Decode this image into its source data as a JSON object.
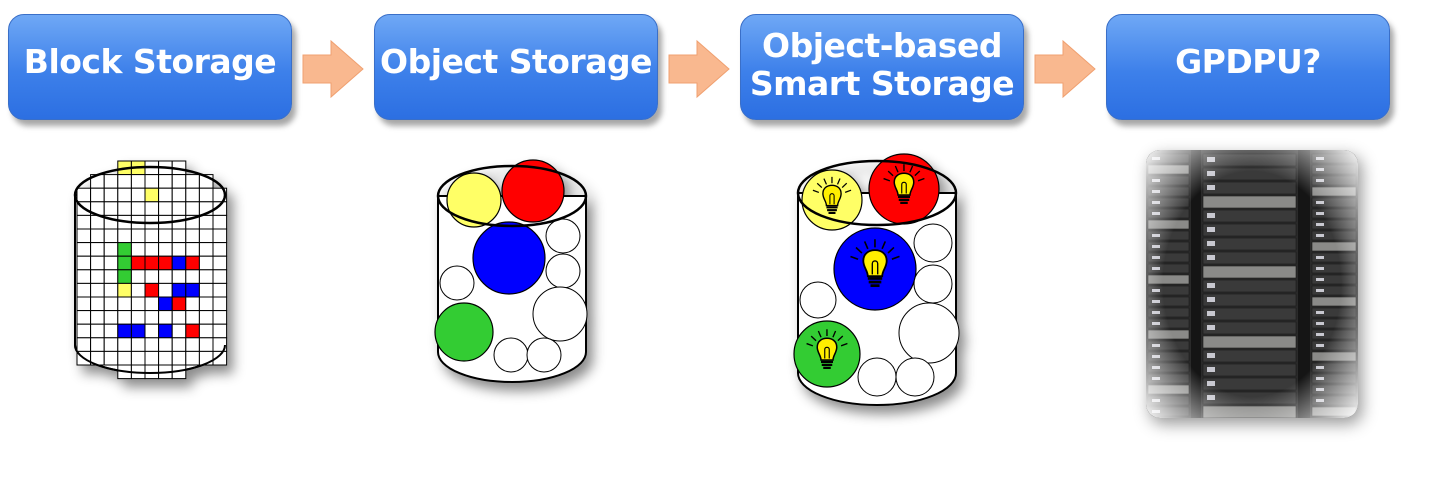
{
  "stages": [
    {
      "label": "Block Storage",
      "visual": "block-grid-cylinder"
    },
    {
      "label": "Object Storage",
      "visual": "object-circles-cylinder"
    },
    {
      "label": "Object-based\nSmart Storage",
      "visual": "smart-object-cylinder"
    },
    {
      "label": "GPDPU?",
      "visual": "server-rack-photo"
    }
  ],
  "arrows": [
    {
      "from": "Block Storage",
      "to": "Object Storage",
      "icon": "right-arrow-icon"
    },
    {
      "from": "Object Storage",
      "to": "Object-based Smart Storage",
      "icon": "right-arrow-icon"
    },
    {
      "from": "Object-based Smart Storage",
      "to": "GPDPU?",
      "icon": "right-arrow-icon"
    }
  ],
  "colors": {
    "box_top": "#6fa8f5",
    "box_bottom": "#2c6fe2",
    "arrow": "#f9b88f",
    "yellow": "#ffff66",
    "red": "#ff0000",
    "blue": "#0000ff",
    "green": "#33cc33"
  }
}
